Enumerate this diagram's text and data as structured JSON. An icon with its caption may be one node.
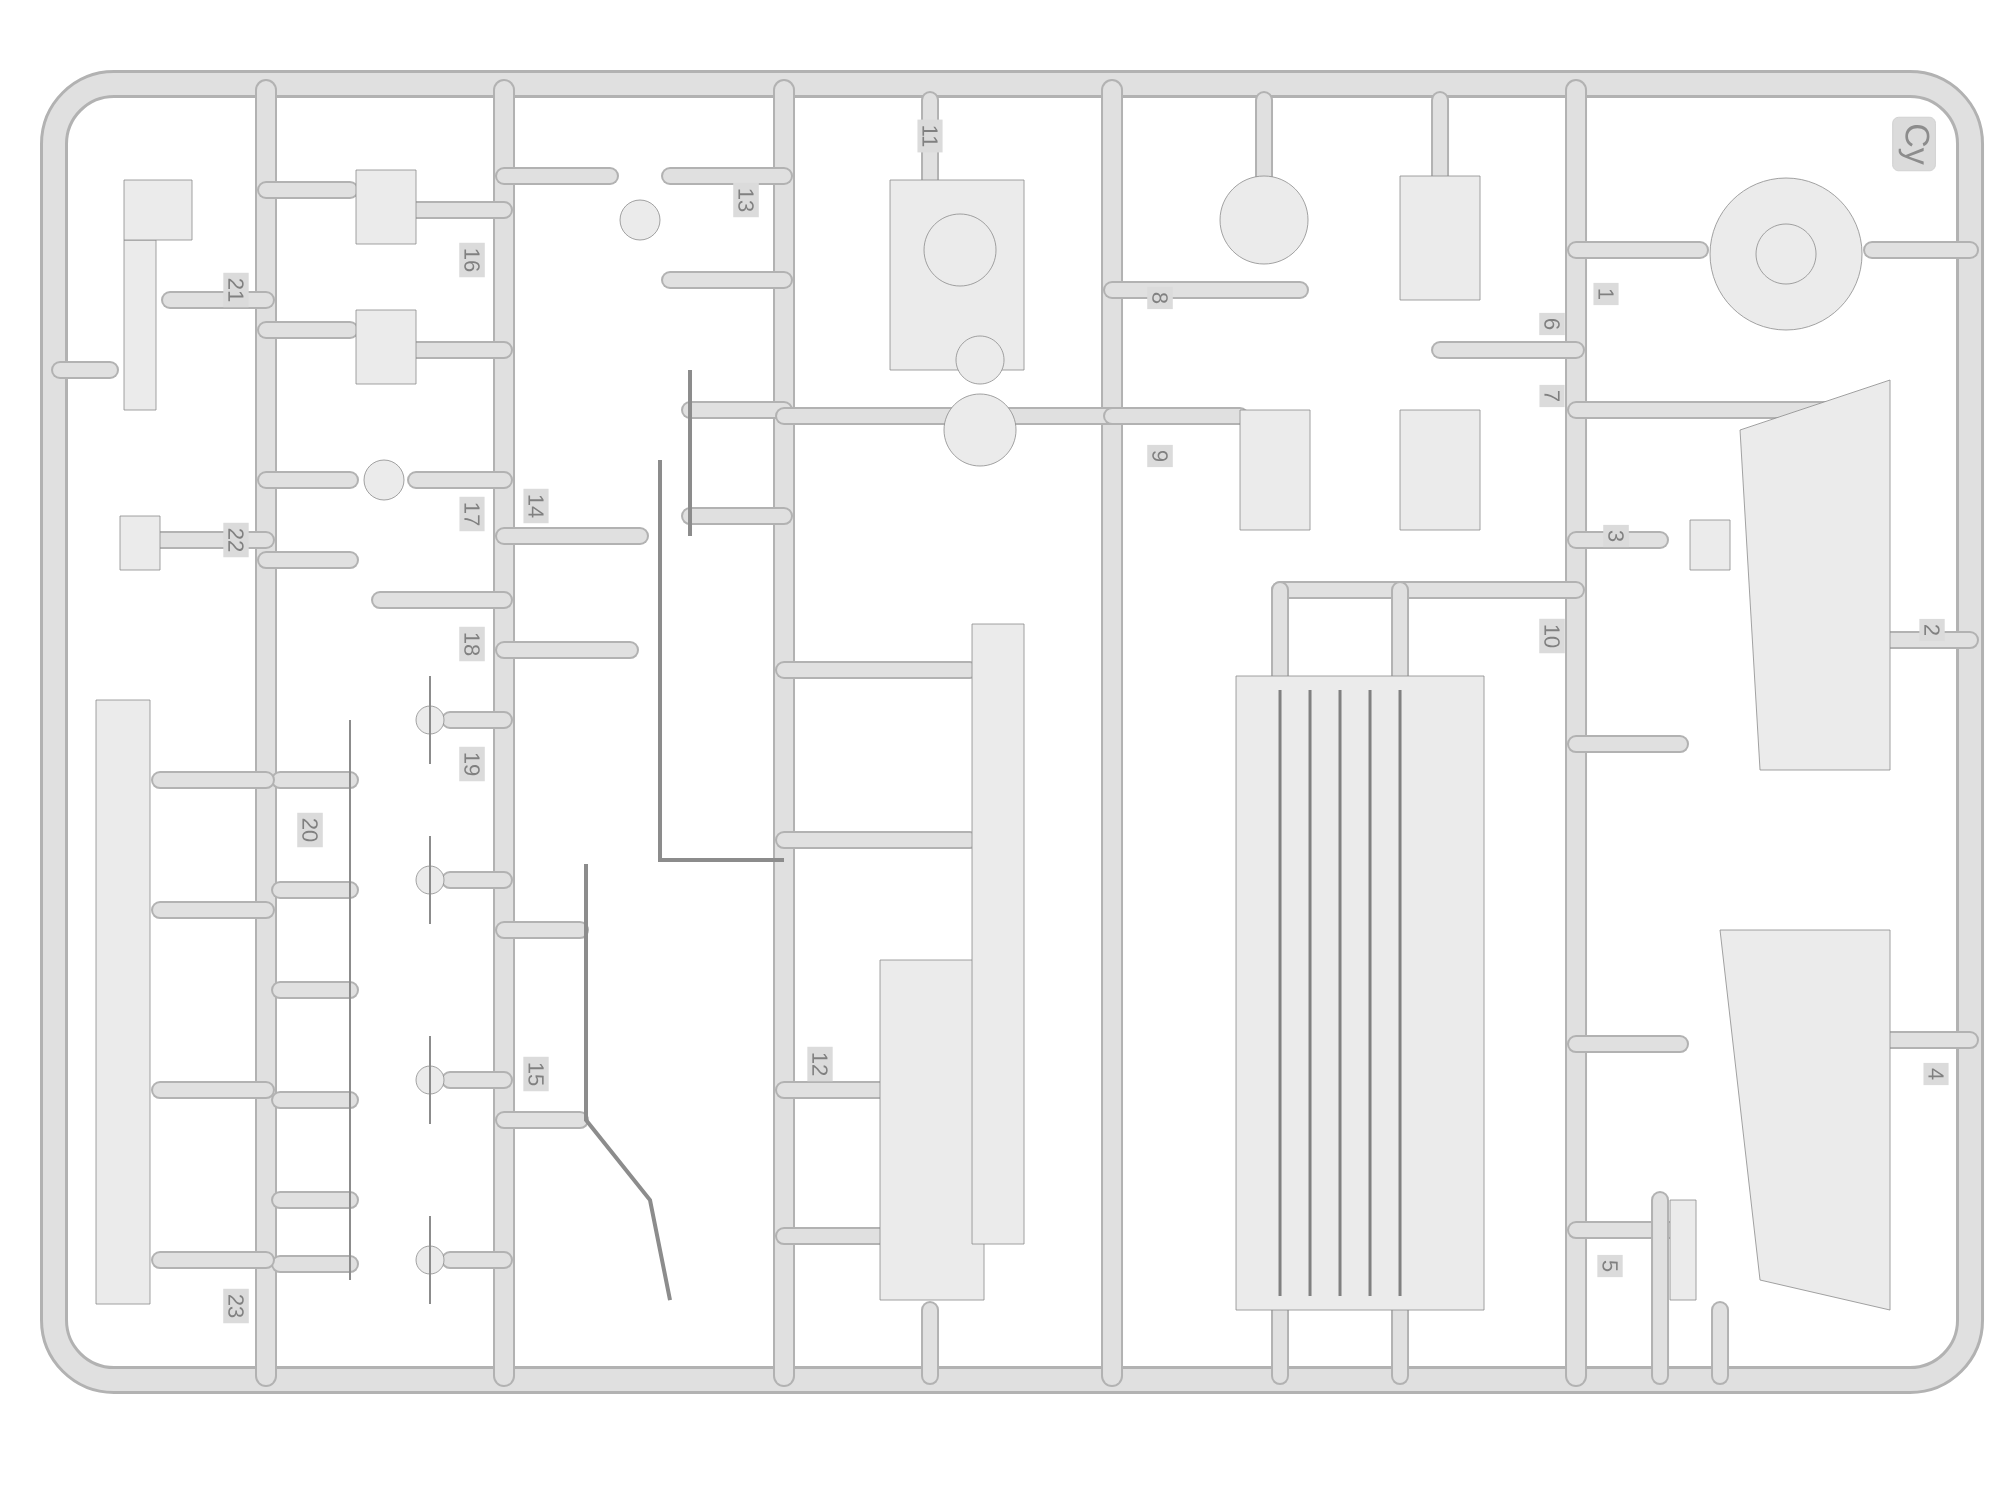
{
  "diagram": {
    "labels": [
      "11",
      "Cy",
      "13",
      "16",
      "21",
      "1",
      "8",
      "6",
      "7",
      "9",
      "14",
      "17",
      "3",
      "22",
      "2",
      "10",
      "18",
      "19",
      "20",
      "12",
      "15",
      "4",
      "5",
      "23"
    ]
  }
}
